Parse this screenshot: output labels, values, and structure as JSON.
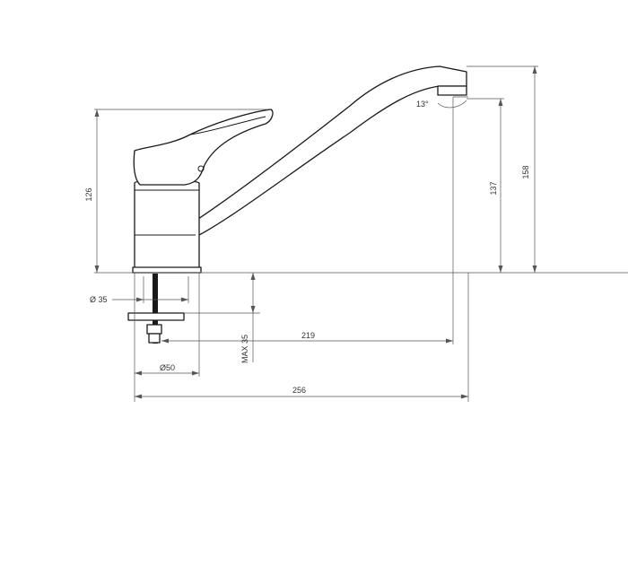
{
  "dimensions": {
    "height_body": "126",
    "height_outlet": "137",
    "height_total": "158",
    "spout_reach": "219",
    "overall_length": "256",
    "hole_diameter": "Ø 35",
    "base_diameter": "Ø50",
    "max_deck": "MAX 35",
    "spout_angle": "13°"
  }
}
